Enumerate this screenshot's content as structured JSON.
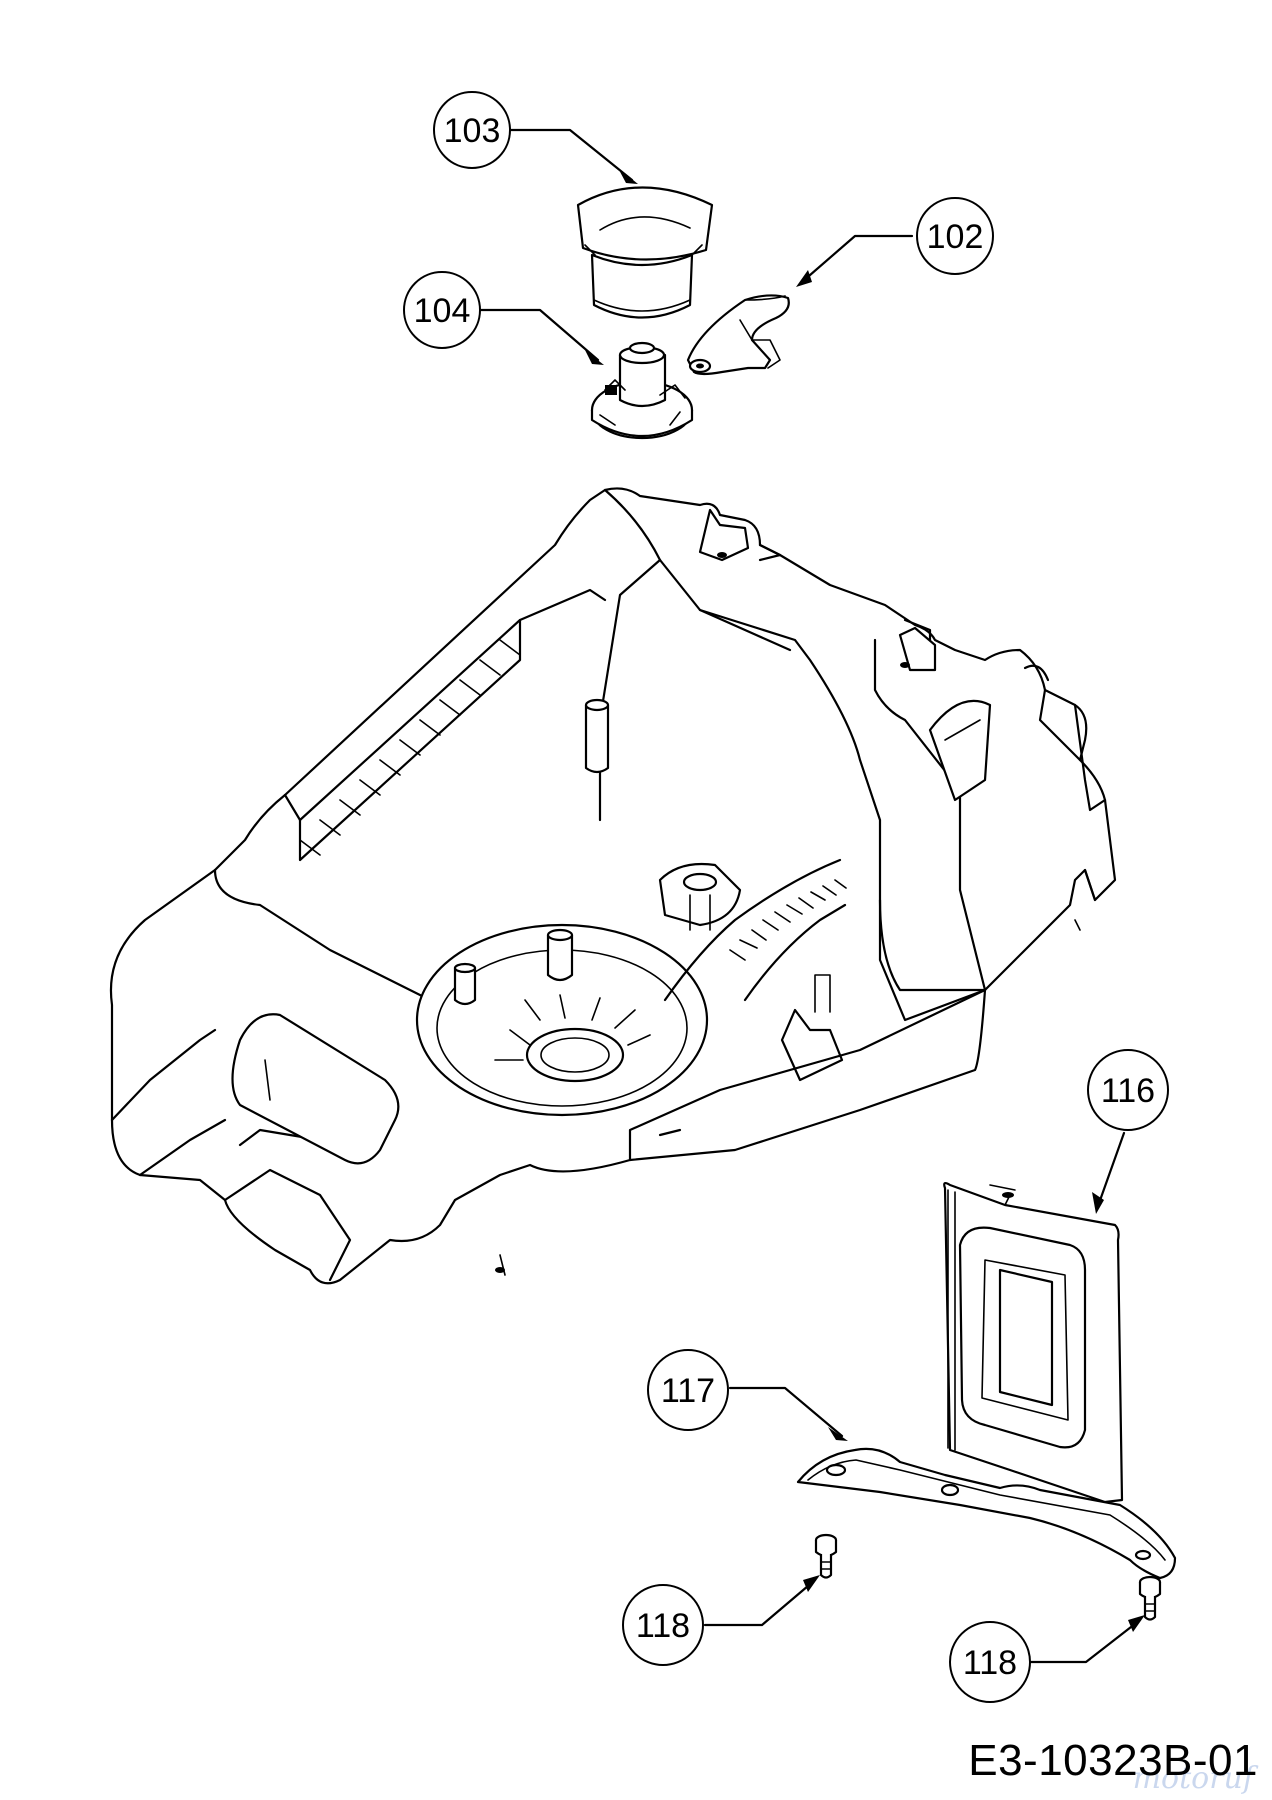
{
  "callouts": [
    {
      "id": "c103",
      "label": "103"
    },
    {
      "id": "c102",
      "label": "102"
    },
    {
      "id": "c104",
      "label": "104"
    },
    {
      "id": "c116",
      "label": "116"
    },
    {
      "id": "c117",
      "label": "117"
    },
    {
      "id": "c118a",
      "label": "118"
    },
    {
      "id": "c118b",
      "label": "118"
    }
  ],
  "drawing_code": "E3-10323B-01",
  "watermark": "motoruf"
}
